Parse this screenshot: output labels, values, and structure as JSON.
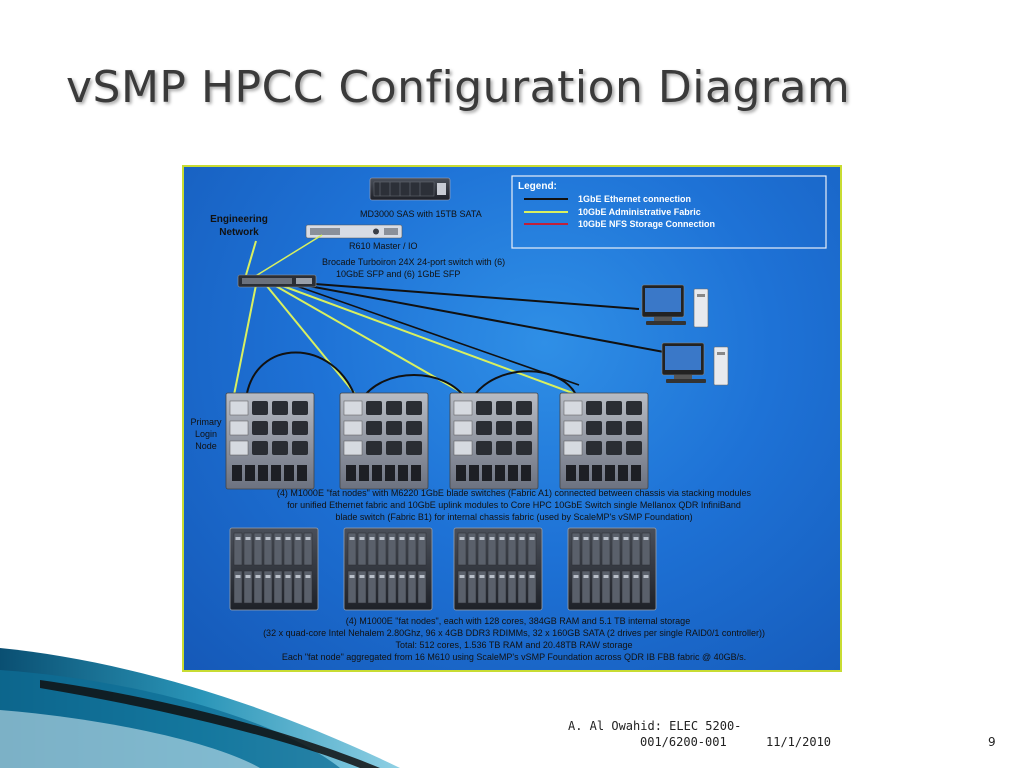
{
  "slide": {
    "title": "vSMP HPCC Configuration Diagram",
    "footer_author_line1": "A. Al Owahid: ELEC 5200-",
    "footer_author_line2": "001/6200-001",
    "footer_date": "11/1/2010",
    "page_number": "9"
  },
  "diagram": {
    "engineering_network_line1": "Engineering",
    "engineering_network_line2": "Network",
    "storage_label": "MD3000 SAS with 15TB SATA",
    "master_label": "R610 Master / IO",
    "switch_label_line1": "Brocade Turboiron 24X 24-port switch with (6)",
    "switch_label_line2": "10GbE SFP and (6) 1GbE SFP",
    "primary_login_line1": "Primary",
    "primary_login_line2": "Login",
    "primary_login_line3": "Node",
    "caption_top_line1": "(4) M1000E \"fat nodes\" with M6220 1GbE blade switches (Fabric A1) connected between chassis via stacking modules",
    "caption_top_line2": "for unified Ethernet fabric and 10GbE uplink modules to Core HPC 10GbE Switch single Mellanox QDR InfiniBand",
    "caption_top_line3": "blade switch (Fabric B1) for internal chassis fabric (used by ScaleMP's vSMP Foundation)",
    "caption_bottom_line1": "(4) M1000E \"fat nodes\", each with 128 cores, 384GB RAM and 5.1 TB internal storage",
    "caption_bottom_line2": "(32 x quad-core Intel Nehalem 2.80Ghz, 96 x 4GB DDR3 RDIMMs, 32 x 160GB SATA (2 drives per single RAID0/1 controller))",
    "caption_bottom_line3": "Total: 512 cores, 1.536 TB RAM and 20.48TB RAW storage",
    "caption_bottom_line4": "Each \"fat node\" aggregated from 16 M610 using ScaleMP's vSMP Foundation across QDR IB FBB fabric @ 40GB/s.",
    "legend": {
      "title": "Legend:",
      "items": [
        {
          "label": "1GbE Ethernet connection",
          "color": "#111111"
        },
        {
          "label": "10GbE Administrative Fabric",
          "color": "#d8f060"
        },
        {
          "label": "10GbE NFS Storage Connection",
          "color": "#c0203a"
        }
      ]
    },
    "colors": {
      "frame_border": "#c8dc32",
      "admin_line": "#d8f060",
      "ethernet_line": "#111111"
    }
  }
}
